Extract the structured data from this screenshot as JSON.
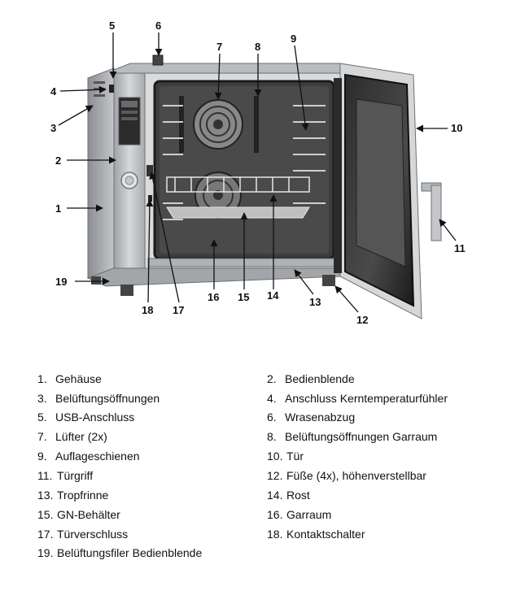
{
  "callouts": [
    "1",
    "2",
    "3",
    "4",
    "5",
    "6",
    "7",
    "8",
    "9",
    "10",
    "11",
    "12",
    "13",
    "14",
    "15",
    "16",
    "17",
    "18",
    "19"
  ],
  "legend": [
    {
      "num": "1.",
      "label": "Gehäuse"
    },
    {
      "num": "2.",
      "label": "Bedienblende"
    },
    {
      "num": "3.",
      "label": "Belüftungsöffnungen"
    },
    {
      "num": "4.",
      "label": "Anschluss Kerntemperaturfühler"
    },
    {
      "num": "5.",
      "label": "USB-Anschluss"
    },
    {
      "num": "6.",
      "label": "Wrasenabzug"
    },
    {
      "num": "7.",
      "label": "Lüfter (2x)"
    },
    {
      "num": "8.",
      "label": "Belüftungsöffnungen Garraum"
    },
    {
      "num": "9.",
      "label": "Auflageschienen"
    },
    {
      "num": "10.",
      "label": "Tür"
    },
    {
      "num": "11.",
      "label": "Türgriff"
    },
    {
      "num": "12.",
      "label": "Füße (4x), höhenverstellbar"
    },
    {
      "num": "13.",
      "label": "Tropfrinne"
    },
    {
      "num": "14.",
      "label": "Rost"
    },
    {
      "num": "15.",
      "label": "GN-Behälter"
    },
    {
      "num": "16.",
      "label": "Garraum"
    },
    {
      "num": "17.",
      "label": "Türverschluss"
    },
    {
      "num": "18.",
      "label": "Kontaktschalter"
    },
    {
      "num": "19.",
      "label": "Belüftungsfiler Bedienblende"
    }
  ],
  "colors": {
    "steel": "#c9cbcd",
    "steel_dark": "#8e9195",
    "frame": "#2a2a2a",
    "cavity": "#3a3a3a",
    "glass": "#1e1e1e",
    "leader": "#111111"
  }
}
